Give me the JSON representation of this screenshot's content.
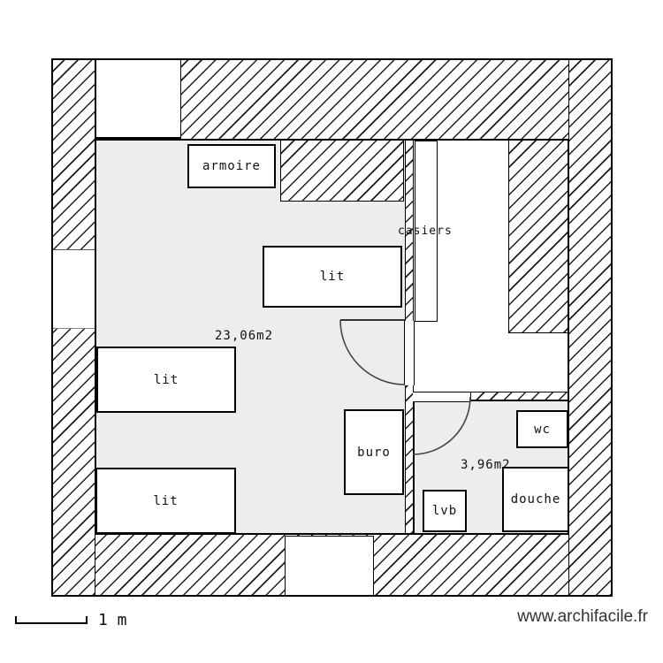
{
  "plan": {
    "labels": {
      "armoire": "armoire",
      "lit_top": "lit",
      "lit_middle": "lit",
      "lit_bottom": "lit",
      "buro": "buro",
      "casiers": "casiers",
      "wc": "wc",
      "lvb": "lvb",
      "douche": "douche",
      "area_main": "23,06m2",
      "area_bathroom": "3,96m2"
    },
    "colors": {
      "room_fill": "#ededed",
      "wall_line": "#000000",
      "door_arc": "#444444",
      "watermark_text": "#333333"
    }
  },
  "footer": {
    "scale_label": "1 m",
    "watermark": "www.archifacile.fr"
  }
}
